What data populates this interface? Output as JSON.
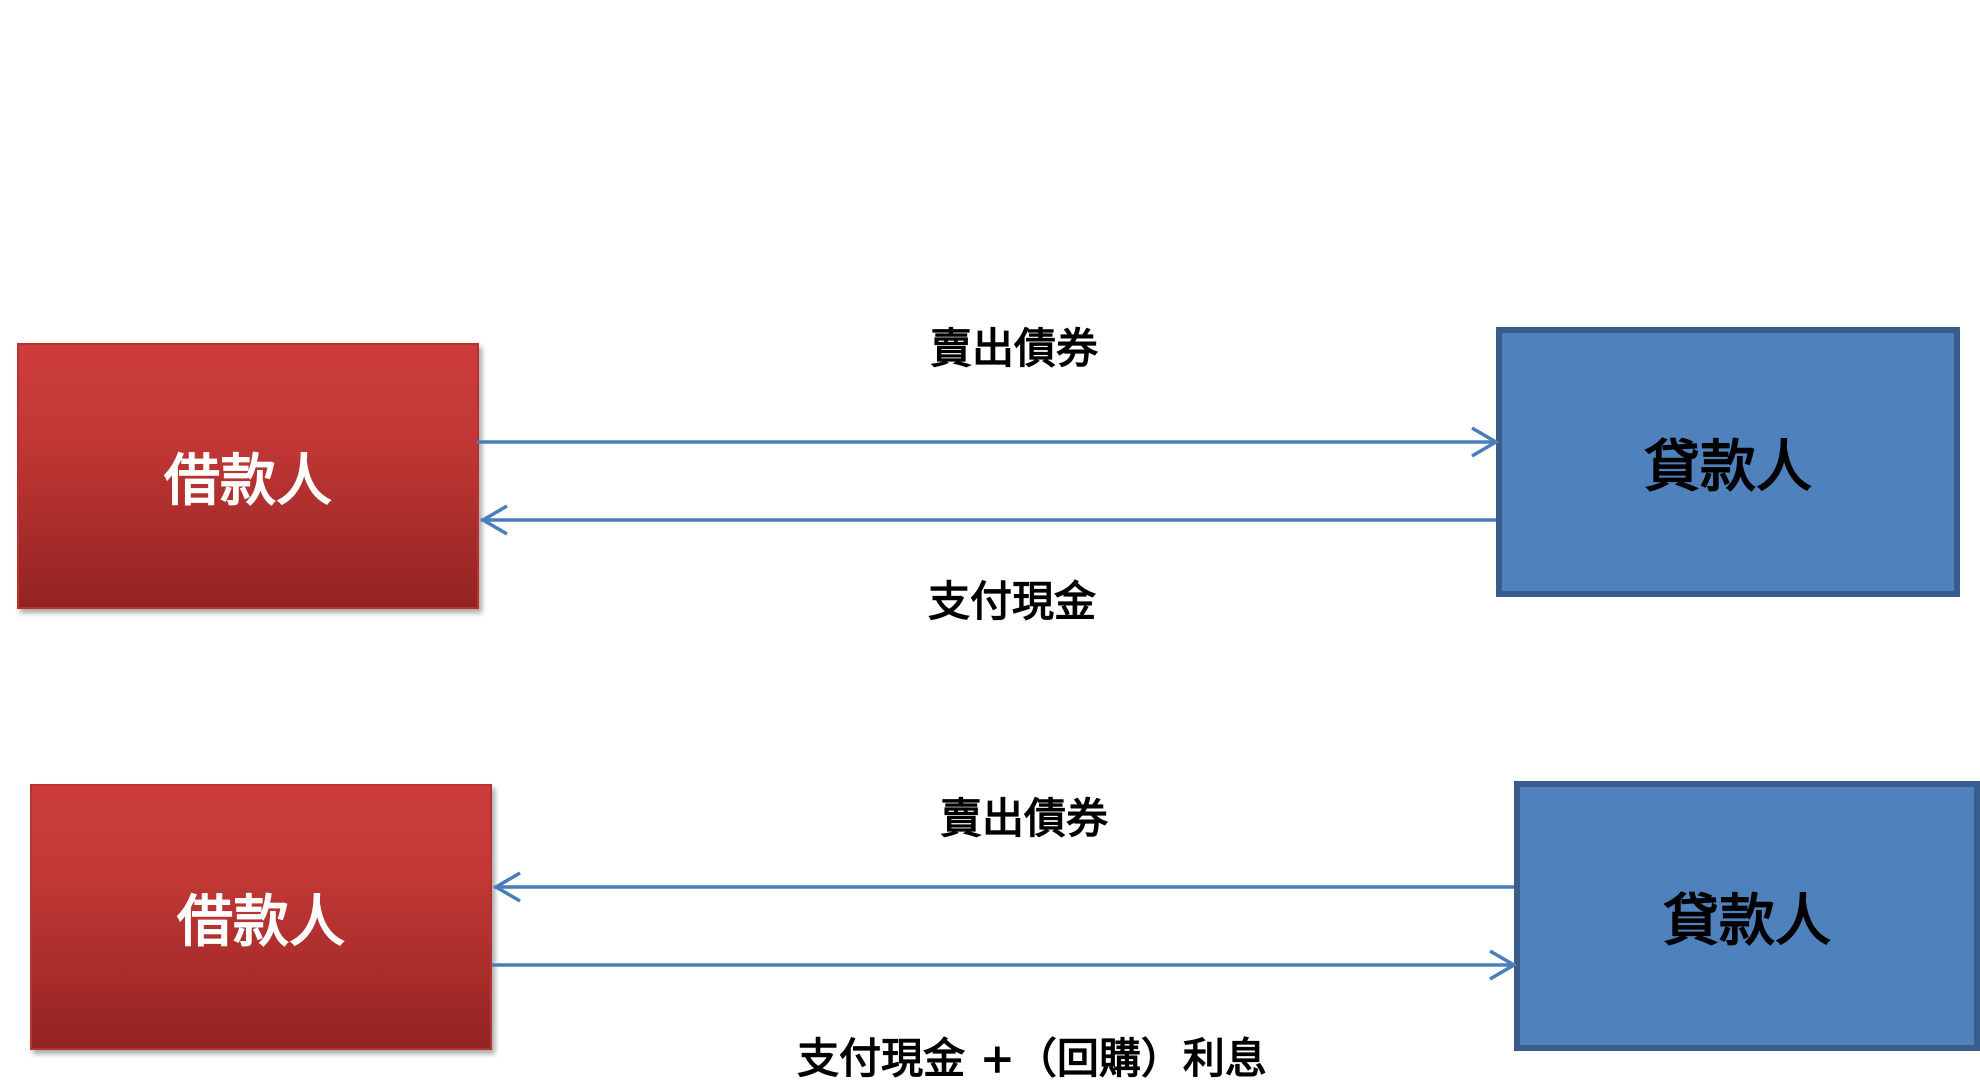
{
  "colors": {
    "borrower_fill": "#c0392b",
    "lender_fill": "#4f81bd",
    "lender_border": "#385d8a",
    "arrow": "#4a7ebb"
  },
  "top": {
    "borrower_label": "借款人",
    "lender_label": "貸款人",
    "upper_arrow_label": "賣出債券",
    "lower_arrow_label": "支付現金"
  },
  "bottom": {
    "borrower_label": "借款人",
    "lender_label": "貸款人",
    "upper_arrow_label": "賣出債券",
    "lower_arrow_label": "支付現金 +（回購）利息"
  }
}
